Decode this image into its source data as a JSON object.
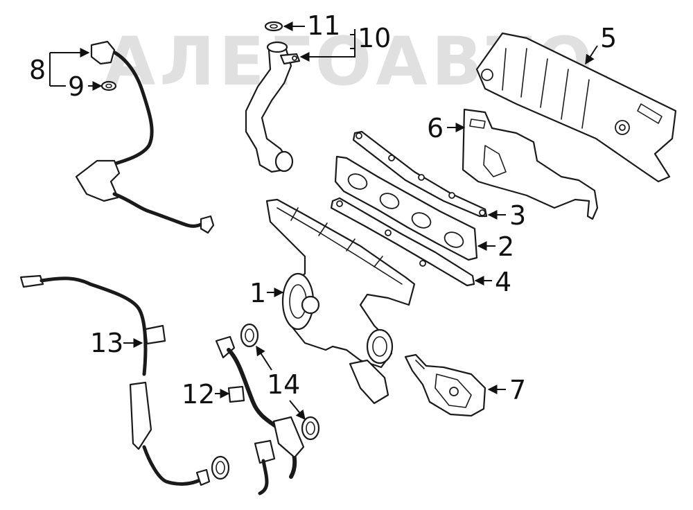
{
  "watermark": {
    "text": "АЛЕГОАВТО",
    "color": "#c8c8c8"
  },
  "callouts": [
    {
      "id": "1",
      "label": "1"
    },
    {
      "id": "2",
      "label": "2"
    },
    {
      "id": "3",
      "label": "3"
    },
    {
      "id": "4",
      "label": "4"
    },
    {
      "id": "5",
      "label": "5"
    },
    {
      "id": "6",
      "label": "6"
    },
    {
      "id": "7",
      "label": "7"
    },
    {
      "id": "8",
      "label": "8"
    },
    {
      "id": "9",
      "label": "9"
    },
    {
      "id": "10",
      "label": "10"
    },
    {
      "id": "11",
      "label": "11"
    },
    {
      "id": "12",
      "label": "12"
    },
    {
      "id": "13",
      "label": "13"
    },
    {
      "id": "14",
      "label": "14"
    }
  ],
  "colors": {
    "line": "#1a1a1a",
    "background": "#ffffff"
  }
}
